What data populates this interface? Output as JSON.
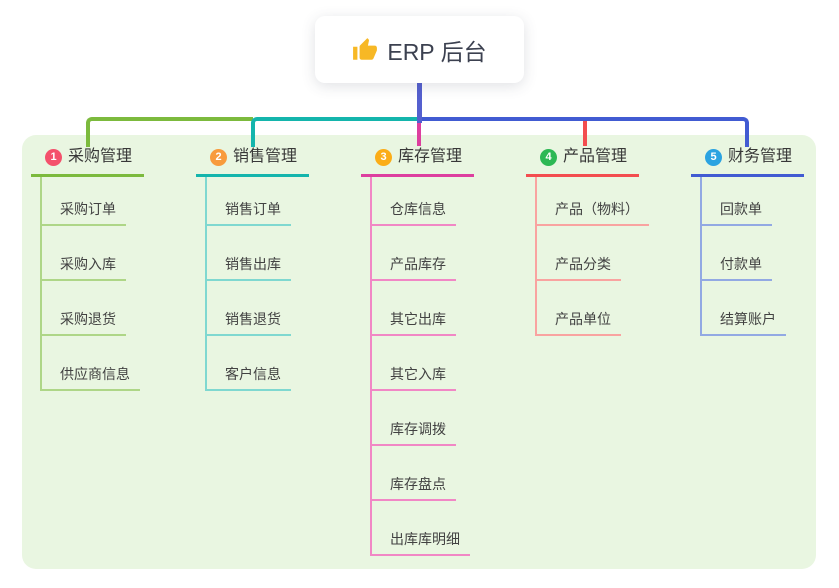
{
  "root": {
    "label": "ERP 后台",
    "icon": "thumbs-up-icon"
  },
  "branches": [
    {
      "num": "1",
      "label": "采购管理",
      "badge_color": "#f4516c",
      "line_color": "#7cba3d",
      "child_line_color": "#aed687",
      "children": [
        "采购订单",
        "采购入库",
        "采购退货",
        "供应商信息"
      ]
    },
    {
      "num": "2",
      "label": "销售管理",
      "badge_color": "#f89b3c",
      "line_color": "#14b5ac",
      "child_line_color": "#7fd8d0",
      "children": [
        "销售订单",
        "销售出库",
        "销售退货",
        "客户信息"
      ]
    },
    {
      "num": "3",
      "label": "库存管理",
      "badge_color": "#fbad17",
      "line_color": "#dd3f9f",
      "child_line_color": "#f187c5",
      "children": [
        "仓库信息",
        "产品库存",
        "其它出库",
        "其它入库",
        "库存调拨",
        "库存盘点",
        "出库库明细"
      ]
    },
    {
      "num": "4",
      "label": "产品管理",
      "badge_color": "#2db854",
      "line_color": "#f34d4f",
      "child_line_color": "#f9a3a0",
      "children": [
        "产品（物料）",
        "产品分类",
        "产品单位"
      ]
    },
    {
      "num": "5",
      "label": "财务管理",
      "badge_color": "#2ba3e1",
      "line_color": "#415bd2",
      "child_line_color": "#92a9e3",
      "children": [
        "回款单",
        "付款单",
        "结算账户"
      ]
    }
  ],
  "colors": {
    "stem": "#5560cf",
    "panel_bg": "#e9f6e1",
    "canvas_bg": "#ffffff",
    "root_text": "#3c4150",
    "icon_fill": "#f7b825"
  }
}
